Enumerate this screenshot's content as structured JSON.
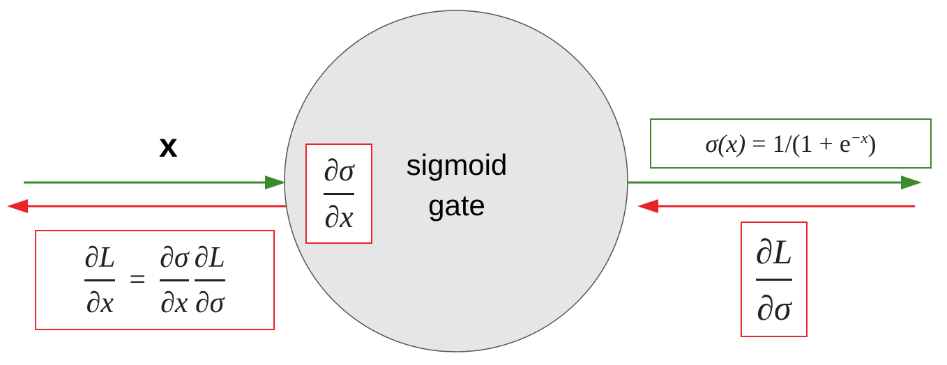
{
  "input_label": "x",
  "gate_label_line1": "sigmoid",
  "gate_label_line2": "gate",
  "local_grad": {
    "num": "∂σ",
    "den": "∂x"
  },
  "forward_output": {
    "lhs": "σ(x)",
    "eq": "=",
    "rhs": "1/(1 + e",
    "exp": "−x",
    "close": ")"
  },
  "upstream_grad": {
    "num": "∂L",
    "den": "∂σ"
  },
  "chain_rule": {
    "lhs_num": "∂L",
    "lhs_den": "∂x",
    "eq": "=",
    "t1_num": "∂σ",
    "t1_den": "∂x",
    "t2_num": "∂L",
    "t2_den": "∂σ"
  },
  "colors": {
    "forward": "#3d8a2a",
    "backward": "#e8242a",
    "gate_fill": "#e6e6e6",
    "gate_stroke": "#555555"
  }
}
